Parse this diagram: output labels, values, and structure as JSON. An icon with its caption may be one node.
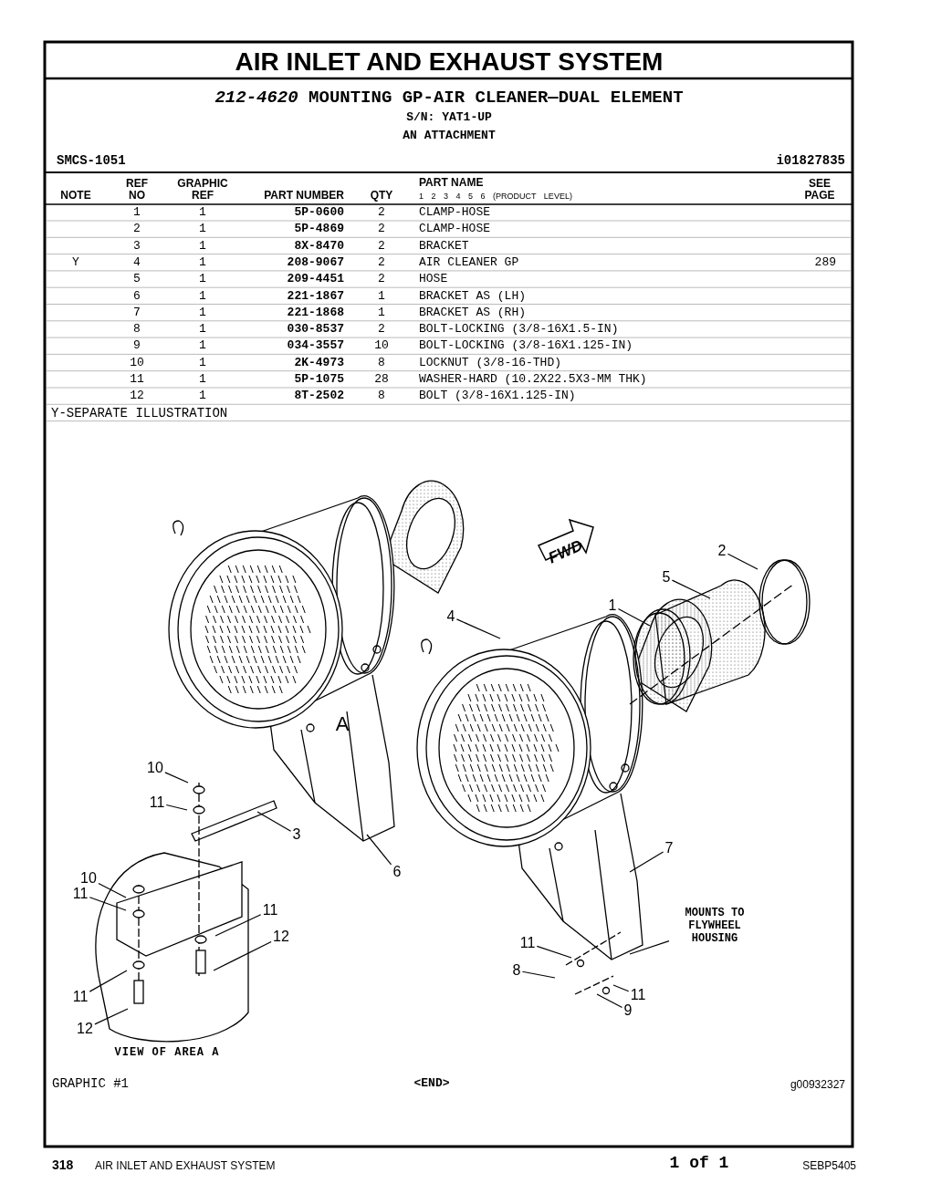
{
  "diagram": {
    "title": "AIR INLET AND EXHAUST SYSTEM",
    "nodes": [
      {
        "text": [
          "2"
        ]
      },
      {
        "text": [
          "5"
        ]
      },
      {
        "text": [
          "1"
        ]
      },
      {
        "text": [
          "4"
        ]
      },
      {
        "text": [
          "10"
        ]
      },
      {
        "text": [
          "11"
        ]
      },
      {
        "text": [
          "3"
        ]
      },
      {
        "text": [
          "6"
        ]
      },
      {
        "text": [
          "7"
        ]
      },
      {
        "text": [
          "10"
        ]
      },
      {
        "text": [
          "11"
        ]
      },
      {
        "text": [
          "MOUNTS TO FLYWHEEL HOUSING"
        ]
      },
      {
        "text": [
          "11"
        ]
      },
      {
        "text": [
          "12"
        ]
      },
      {
        "text": [
          "11"
        ]
      },
      {
        "text": [
          "8"
        ]
      },
      {
        "text": [
          "11"
        ]
      },
      {
        "text": [
          "11"
        ]
      },
      {
        "text": [
          "9"
        ]
      },
      {
        "text": [
          "12"
        ]
      }
    ],
    "edges": [
      {
        "from": 0,
        "to": null,
        "arrow": "none"
      },
      {
        "from": 1,
        "to": null,
        "arrow": "none"
      },
      {
        "from": 2,
        "to": null,
        "arrow": "none"
      },
      {
        "from": 3,
        "to": null,
        "arrow": "none"
      },
      {
        "from": 4,
        "to": null,
        "arrow": "none"
      },
      {
        "from": 5,
        "to": null,
        "arrow": "none"
      },
      {
        "from": 6,
        "to": null,
        "arrow": "none"
      },
      {
        "from": 7,
        "to": null,
        "arrow": "none"
      },
      {
        "from": 8,
        "to": null,
        "arrow": "none"
      },
      {
        "from": 9,
        "to": null,
        "arrow": "none"
      },
      {
        "from": 10,
        "to": null,
        "arrow": "none"
      },
      {
        "from": 11,
        "to": null,
        "arrow": "none"
      },
      {
        "from": 12,
        "to": null,
        "arrow": "none"
      },
      {
        "from": 13,
        "to": null,
        "arrow": "none"
      },
      {
        "from": 14,
        "to": null,
        "arrow": "none"
      },
      {
        "from": 15,
        "to": null,
        "arrow": "none"
      },
      {
        "from": 16,
        "to": null,
        "arrow": "none"
      },
      {
        "from": 17,
        "to": null,
        "arrow": "none"
      },
      {
        "from": 18,
        "to": null,
        "arrow": "none"
      },
      {
        "from": 19,
        "to": null,
        "arrow": "none"
      }
    ],
    "labels": [
      "*212-4620* MOUNTING GP-AIR CLEANER—DUAL ELEMENT",
      "S/N: YAT1-UP",
      "AN ATTACHMENT",
      "SMCS-1051",
      "i01827835",
      "NOTE",
      "REF NO",
      "GRAPHIC REF",
      "PART NUMBER",
      "QTY",
      "PART NAME",
      "1 2 3 4 5 6 (PRODUCT LEVEL)",
      "SEE PAGE",
      "1",
      "1",
      "5P-0600",
      "2",
      "CLAMP-HOSE",
      "2",
      "1",
      "5P-4869",
      "2",
      "CLAMP-HOSE",
      "3",
      "1",
      "8X-8470",
      "2",
      "BRACKET",
      "Y",
      "4",
      "1",
      "208-9067",
      "2",
      "AIR CLEANER GP",
      "289",
      "5",
      "1",
      "209-4451",
      "2",
      "HOSE",
      "6",
      "1",
      "221-1867",
      "1",
      "BRACKET AS (LH)",
      "7",
      "1",
      "221-1868",
      "1",
      "BRACKET AS (RH)",
      "8",
      "1",
      "030-8537",
      "2",
      "BOLT-LOCKING (3/8-16X1.5-IN)",
      "9",
      "1",
      "034-3557",
      "10",
      "BOLT-LOCKING (3/8-16X1.125-IN)",
      "10",
      "1",
      "2K-4973",
      "8",
      "LOCKNUT (3/8-16-THD)",
      "11",
      "1",
      "5P-1075",
      "28",
      "WASHER-HARD (10.2X22.5X3-MM THK)",
      "12",
      "1",
      "8T-2502",
      "8",
      "BOLT (3/8-16X1.125-IN)",
      "Y-SEPARATE ILLUSTRATION",
      "FWD",
      "A",
      "VIEW OF AREA A",
      "GRAPHIC #1",
      "<END>",
      "g00932327",
      "318",
      "AIR INLET AND EXHAUST SYSTEM",
      "1 of 1",
      "SEBP5405"
    ]
  }
}
